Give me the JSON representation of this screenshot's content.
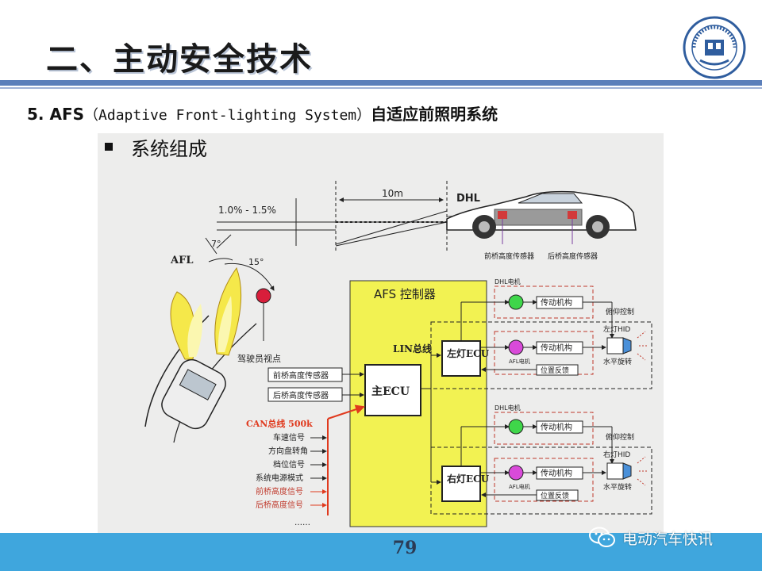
{
  "slide": {
    "title": "二、主动安全技术",
    "subtitle_number": "5. AFS",
    "subtitle_english": "（Adaptive Front-lighting System）",
    "subtitle_chinese": "自适应前照明系统",
    "page_number": "79",
    "watermark": "电动汽车快讯"
  },
  "colors": {
    "title_rule": "#5b7fba",
    "bottom_bar": "#3fa6dd",
    "controller_fill": "#f2f252",
    "beam_yellow": "#f5e84a",
    "red_line": "#e03a1e",
    "green_lamp": "#3fd64a",
    "magenta_motor": "#d94ad9"
  },
  "diagram": {
    "section_heading": "系统组成",
    "pitch_range": "1.0% - 1.5%",
    "distance": "10m",
    "dhl_label": "DHL",
    "front_axle_sensor": "前桥高度传感器",
    "rear_axle_sensor": "后桥高度传感器",
    "afl_label": "AFL",
    "angle_small": "7°",
    "angle_large": "15°",
    "driver_view": "驾驶员视点",
    "controller_title": "AFS 控制器",
    "main_ecu": "主ECU",
    "lin_bus": "LIN总线",
    "left_ecu": "左灯ECU",
    "right_ecu": "右灯ECU",
    "dhl_motor": "DHL电机",
    "afl_motor": "AFL电机",
    "actuator": "传动机构",
    "position_feedback": "位置反馈",
    "pitch_control": "俯仰控制",
    "left_hid": "左灯HID",
    "right_hid": "右灯HID",
    "horizontal_swivel": "水平旋转",
    "can_bus": "CAN总线 500k",
    "signals": [
      "车速信号",
      "方向盘转角",
      "档位信号",
      "系统电源模式",
      "前桥高度信号",
      "后桥高度信号",
      "……"
    ]
  }
}
